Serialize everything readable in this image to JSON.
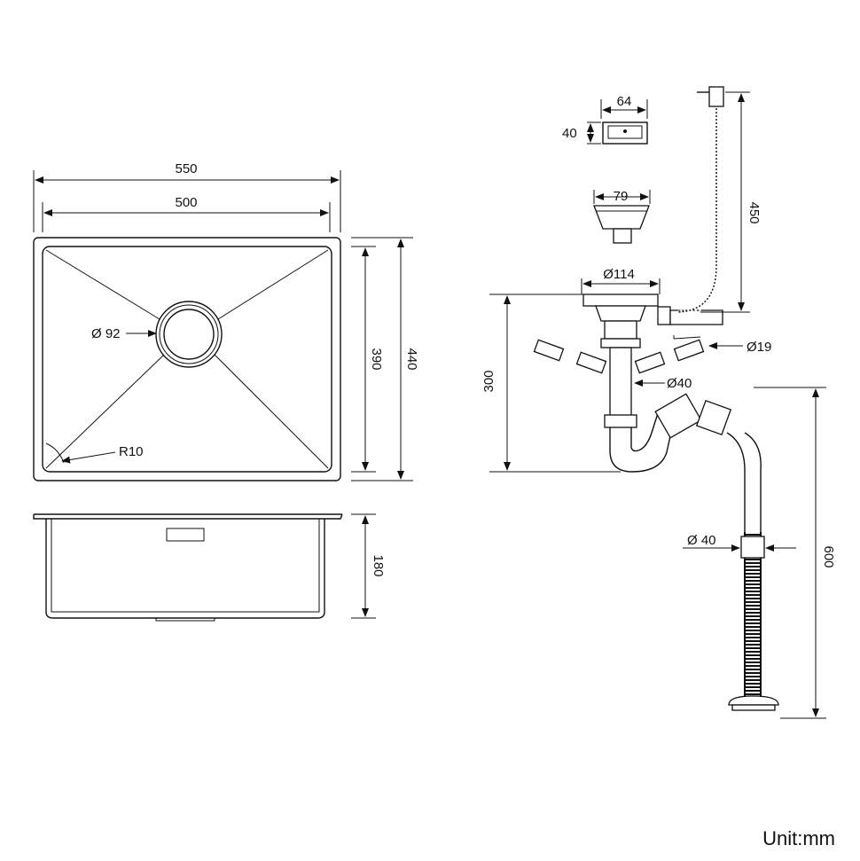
{
  "sink_top": {
    "width_outer": "550",
    "width_inner": "500",
    "height_outer": "440",
    "height_inner": "390",
    "drain": "Ø 92",
    "radius": "R10"
  },
  "sink_side": {
    "depth": "180"
  },
  "strainer_cap": {
    "width": "64",
    "height": "40"
  },
  "basket": {
    "width": "79"
  },
  "drain_assembly": {
    "flange": "Ø114",
    "overflow_pipe": "Ø19",
    "pipe": "Ø40",
    "height": "300",
    "overflow_hose": "450"
  },
  "outlet_hose": {
    "diameter": "Ø 40",
    "length": "600"
  },
  "unit_label": "Unit:mm"
}
